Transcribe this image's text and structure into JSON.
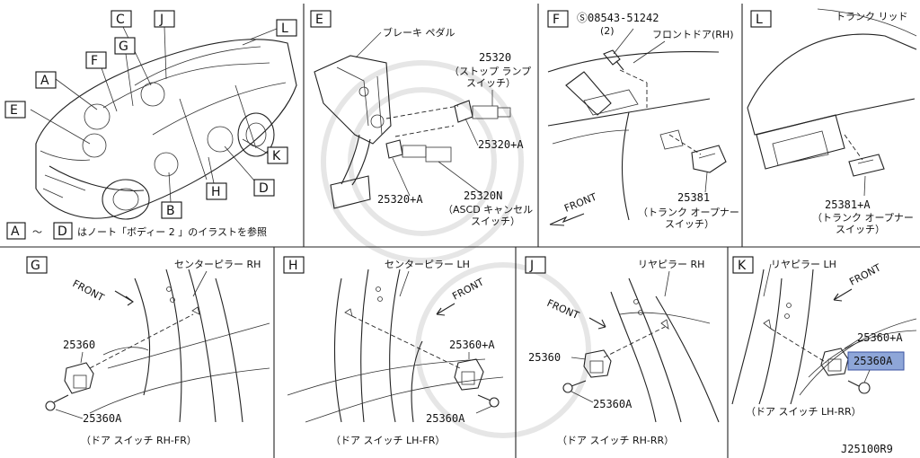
{
  "panels": {
    "overview": {
      "callouts": [
        "A",
        "B",
        "C",
        "D",
        "E",
        "F",
        "G",
        "H",
        "J",
        "K",
        "L"
      ],
      "note_from": "A",
      "note_sep": "〜",
      "note_to": "D",
      "note_text": "はノート「ボディー 2 」のイラストを参照"
    },
    "E": {
      "letter": "E",
      "pedal_label": "ブレーキ ペダル",
      "p1_number": "25320",
      "p1_name_1": "（ストップ ランプ",
      "p1_name_2": "スイッチ）",
      "p1a": "25320+A",
      "p2a": "25320+A",
      "p3_number": "25320N",
      "p3_name_1": "（ASCD キャンセル",
      "p3_name_2": "スイッチ）"
    },
    "F": {
      "letter": "F",
      "bolt_number": "Ⓢ08543-51242",
      "bolt_qty": "(2)",
      "door_label": "フロントドア(RH)",
      "front": "FRONT",
      "part_number": "25381",
      "part_name_1": "（トランク オープナー",
      "part_name_2": "スイッチ）"
    },
    "L": {
      "letter": "L",
      "lid_label": "トランク リッド",
      "part_number": "25381+A",
      "part_name_1": "（トランク オープナー",
      "part_name_2": "スイッチ）"
    },
    "G": {
      "letter": "G",
      "pillar_label": "センターピラー RH",
      "front": "FRONT",
      "part_1": "25360",
      "part_2": "25360A",
      "caption": "（ドア スイッチ RH-FR）"
    },
    "H": {
      "letter": "H",
      "pillar_label": "センターピラー LH",
      "front": "FRONT",
      "part_1": "25360+A",
      "part_2": "25360A",
      "caption": "（ドア スイッチ LH-FR）"
    },
    "J": {
      "letter": "J",
      "pillar_label": "リヤピラー RH",
      "front": "FRONT",
      "part_1": "25360",
      "part_2": "25360A",
      "caption": "（ドア スイッチ RH-RR）"
    },
    "K": {
      "letter": "K",
      "pillar_label": "リヤピラー LH",
      "front": "FRONT",
      "part_1": "25360+A",
      "part_2": "25360A",
      "caption": "（ドア スイッチ LH-RR）"
    }
  },
  "diagram_id": "J25100R9",
  "colors": {
    "highlight": "#8ea6d8",
    "line": "#222222"
  }
}
